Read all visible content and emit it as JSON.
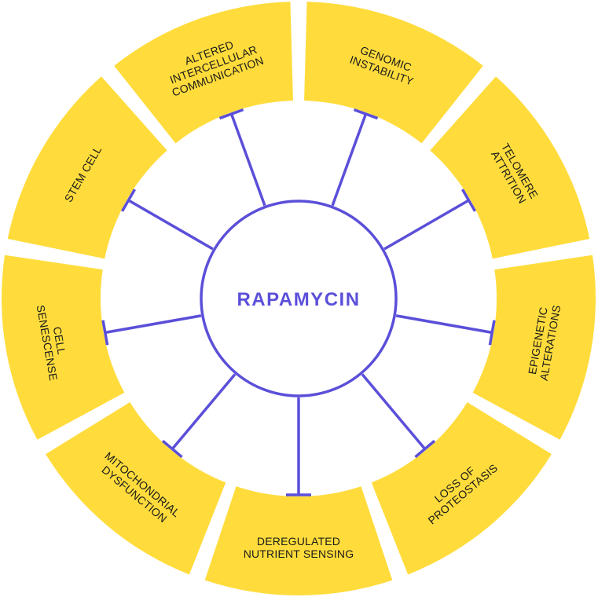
{
  "center": {
    "label": "RAPAMYCIN"
  },
  "colors": {
    "segment_fill": "#FFDC3C",
    "accent": "#5B4FD9",
    "label_text": "#1A1A1A",
    "background": "#FFFFFF"
  },
  "relation": "inhibits",
  "segments": [
    {
      "id": "genomic-instability",
      "lines": [
        "GENOMIC",
        "INSTABILITY"
      ]
    },
    {
      "id": "telomere-attrition",
      "lines": [
        "TELOMERE",
        "ATTRITION"
      ]
    },
    {
      "id": "epigenetic-alterations",
      "lines": [
        "EPIGENETIC",
        "ALTERATIONS"
      ]
    },
    {
      "id": "loss-of-proteostasis",
      "lines": [
        "LOSS OF",
        "PROTEOSTASIS"
      ]
    },
    {
      "id": "deregulated-nutrient-sensing",
      "lines": [
        "DEREGULATED",
        "NUTRIENT SENSING"
      ]
    },
    {
      "id": "mitochondrial-dysfunction",
      "lines": [
        "MITOCHONDRIAL",
        "DYSFUNCTION"
      ]
    },
    {
      "id": "cell-senescense",
      "lines": [
        "CELL",
        "SENESCENSE"
      ]
    },
    {
      "id": "stem-cell",
      "lines": [
        "STEM CELL"
      ]
    },
    {
      "id": "altered-intercellular-communication",
      "lines": [
        "ALTERED",
        "INTERCELLULAR",
        "COMMUNICATION"
      ]
    }
  ]
}
